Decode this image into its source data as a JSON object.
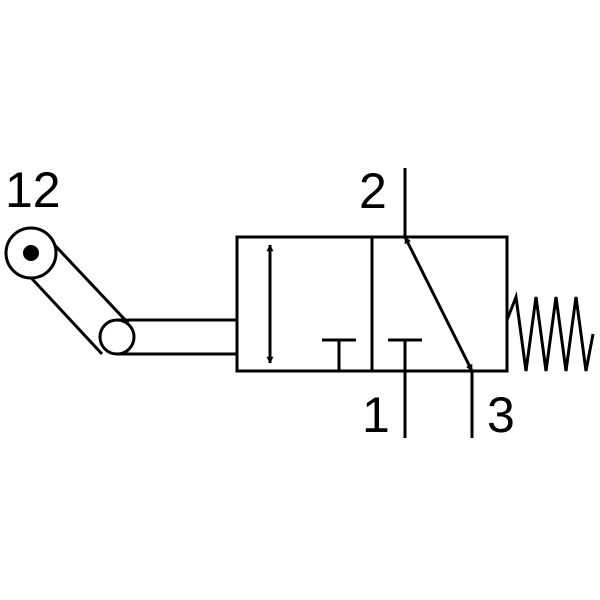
{
  "ports": {
    "port_12": "12",
    "port_2": "2",
    "port_1": "1",
    "port_3": "3"
  },
  "colors": {
    "line": "#000000",
    "background": "#ffffff"
  }
}
